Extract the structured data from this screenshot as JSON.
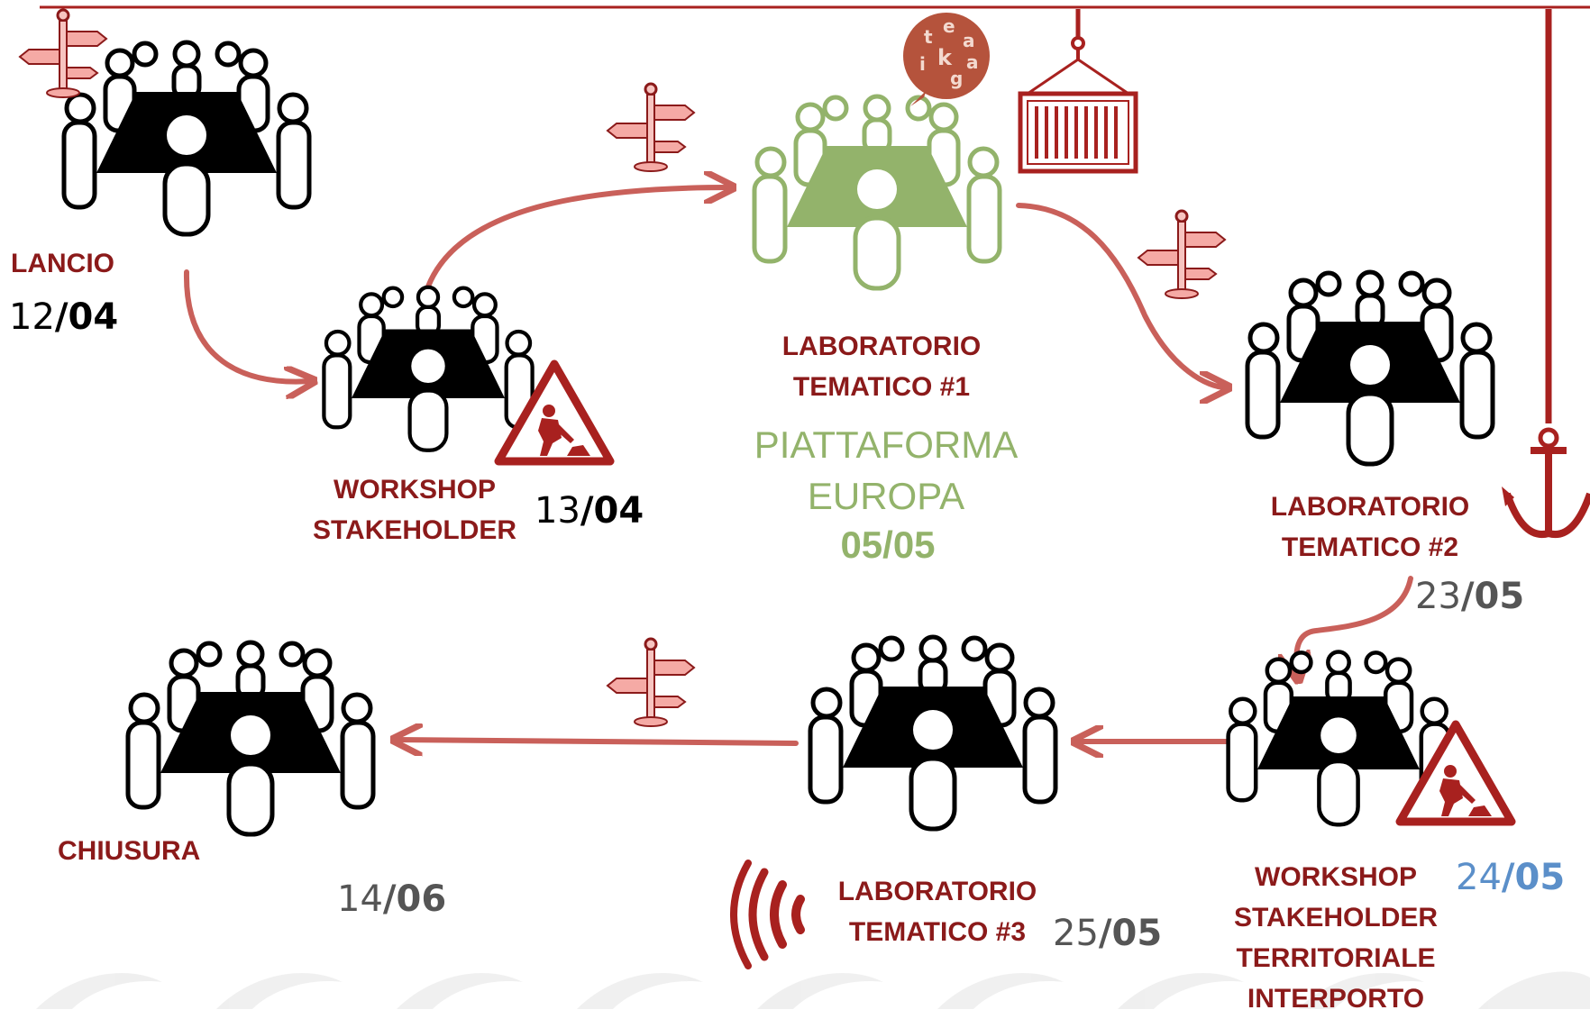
{
  "events": [
    {
      "id": "lancio",
      "lines": [
        "LANCIO"
      ],
      "date_day": "12",
      "date_month": "04"
    },
    {
      "id": "workshop-stakeholder",
      "lines": [
        "WORKSHOP",
        "STAKEHOLDER"
      ],
      "date_day": "13",
      "date_month": "04"
    },
    {
      "id": "laboratorio-1",
      "lines": [
        "LABORATORIO",
        "TEMATICO #1"
      ],
      "subtitle": [
        "PIATTAFORMA",
        "EUROPA"
      ],
      "date": "05/05"
    },
    {
      "id": "laboratorio-2",
      "lines": [
        "LABORATORIO",
        "TEMATICO #2"
      ],
      "date_day": "23",
      "date_month": "05"
    },
    {
      "id": "workshop-territoriale",
      "lines": [
        "WORKSHOP",
        "STAKEHOLDER",
        "TERRITORIALE",
        "INTERPORTO"
      ],
      "date_day": "24",
      "date_month": "05"
    },
    {
      "id": "laboratorio-3",
      "lines": [
        "LABORATORIO",
        "TEMATICO #3"
      ],
      "date_day": "25",
      "date_month": "05"
    },
    {
      "id": "chiusura",
      "lines": [
        "CHIUSURA"
      ],
      "date_day": "14",
      "date_month": "06"
    }
  ],
  "logo_letters": [
    "t",
    "e",
    "a",
    "i",
    "k",
    "g",
    "a"
  ],
  "date_separator": "/",
  "colors": {
    "label_red": "#8b1a1a",
    "arrow": "#c9605a",
    "green": "#93b36b",
    "dark": "#000000",
    "grey_date": "#555555",
    "blue_date": "#5b8fc9",
    "logo_bg": "#b5533c"
  }
}
